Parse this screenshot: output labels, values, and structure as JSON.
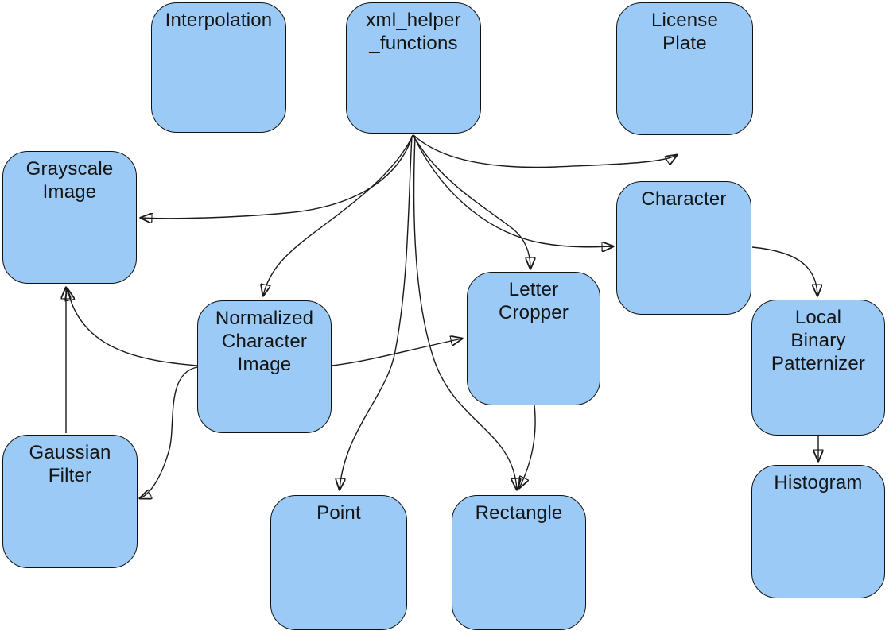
{
  "diagram": {
    "type": "dependency-diagram",
    "colors": {
      "background": "#ffffff",
      "node_fill": "#9acaf5",
      "node_border": "#121212",
      "edge": "#1a1a1a",
      "text": "#141414"
    },
    "nodes": {
      "interpolation": {
        "label": "Interpolation"
      },
      "xml_helper_functions": {
        "label": "xml_helper\n_functions"
      },
      "license_plate": {
        "label": "License\nPlate"
      },
      "grayscale_image": {
        "label": "Grayscale\nImage"
      },
      "character": {
        "label": "Character"
      },
      "normalized_character_image": {
        "label": "Normalized\nCharacter\nImage"
      },
      "letter_cropper": {
        "label": "Letter\nCropper"
      },
      "local_binary_patternizer": {
        "label": "Local\nBinary\nPatternizer"
      },
      "gaussian_filter": {
        "label": "Gaussian\nFilter"
      },
      "point": {
        "label": "Point"
      },
      "rectangle": {
        "label": "Rectangle"
      },
      "histogram": {
        "label": "Histogram"
      }
    },
    "edges": [
      {
        "from": "xml_helper_functions",
        "to": "license_plate"
      },
      {
        "from": "xml_helper_functions",
        "to": "grayscale_image"
      },
      {
        "from": "xml_helper_functions",
        "to": "normalized_character_image"
      },
      {
        "from": "xml_helper_functions",
        "to": "letter_cropper"
      },
      {
        "from": "xml_helper_functions",
        "to": "character"
      },
      {
        "from": "xml_helper_functions",
        "to": "point"
      },
      {
        "from": "xml_helper_functions",
        "to": "rectangle"
      },
      {
        "from": "normalized_character_image",
        "to": "grayscale_image"
      },
      {
        "from": "normalized_character_image",
        "to": "gaussian_filter"
      },
      {
        "from": "normalized_character_image",
        "to": "letter_cropper"
      },
      {
        "from": "gaussian_filter",
        "to": "grayscale_image"
      },
      {
        "from": "letter_cropper",
        "to": "rectangle"
      },
      {
        "from": "character",
        "to": "local_binary_patternizer"
      },
      {
        "from": "local_binary_patternizer",
        "to": "histogram"
      }
    ]
  }
}
